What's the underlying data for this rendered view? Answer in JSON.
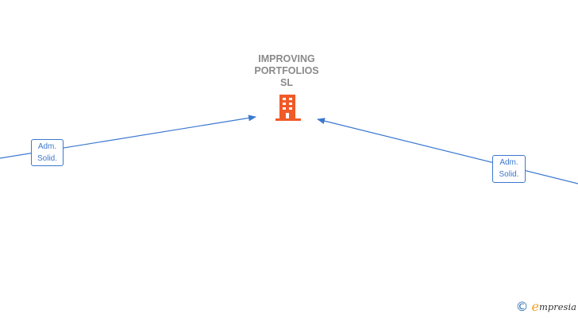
{
  "company": {
    "name_lines": [
      "IMPROVING",
      "PORTFOLIOS",
      "SL"
    ],
    "icon": "building-icon",
    "icon_color": "#f05a28"
  },
  "edges": [
    {
      "label_lines": [
        "Adm.",
        "Solid."
      ],
      "color": "#3b78d0"
    },
    {
      "label_lines": [
        "Adm.",
        "Solid."
      ],
      "color": "#3b78d0"
    }
  ],
  "brand": {
    "copyright_symbol": "©",
    "logo_initial": "e",
    "logo_rest": "mpresia",
    "initial_color": "#f0a020"
  }
}
